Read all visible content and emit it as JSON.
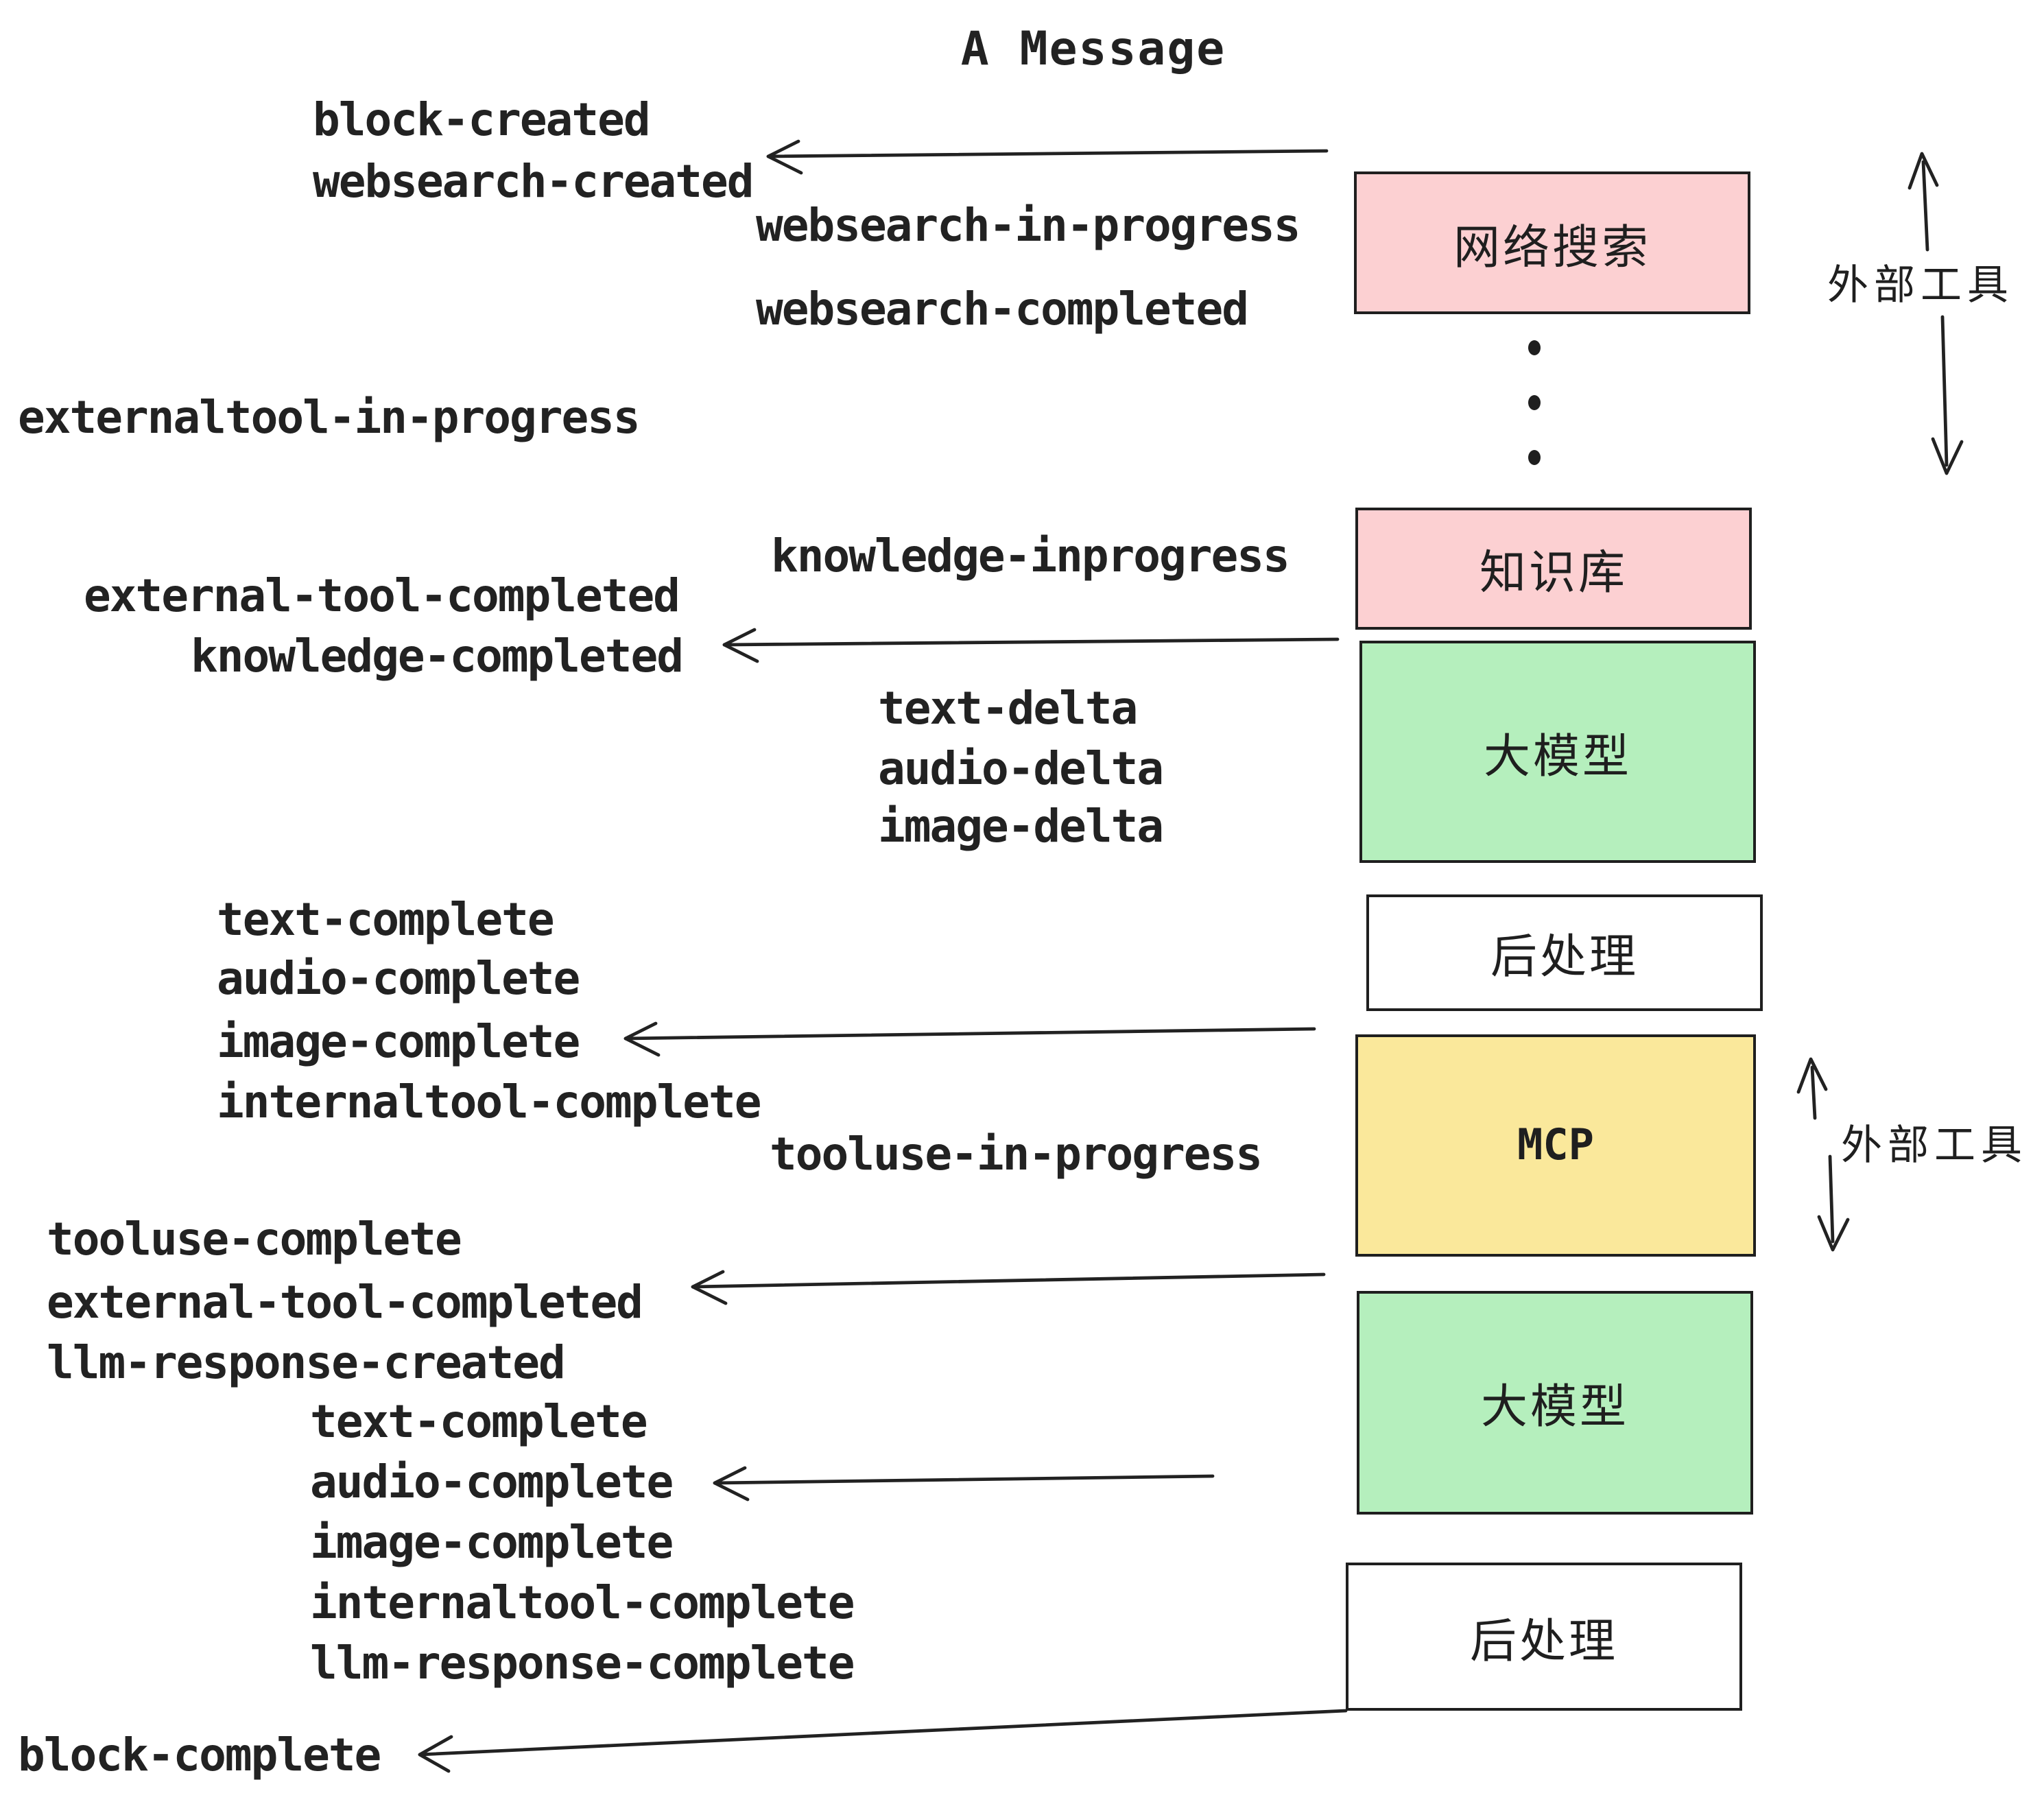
{
  "title": "A Message",
  "colors": {
    "background": "#ffffff",
    "ink": "#222222",
    "external_tool_box": "#fcd0d2",
    "llm_box": "#b5efbd",
    "mcp_box": "#fae89b",
    "postprocess_box": "#ffffff"
  },
  "events": [
    {
      "id": "block-created",
      "label": "block-created"
    },
    {
      "id": "websearch-created",
      "label": "websearch-created"
    },
    {
      "id": "websearch-in-progress",
      "label": "websearch-in-progress"
    },
    {
      "id": "websearch-completed",
      "label": "websearch-completed"
    },
    {
      "id": "externaltool-in-progress",
      "label": "externaltool-in-progress"
    },
    {
      "id": "knowledge-inprogress",
      "label": "knowledge-inprogress"
    },
    {
      "id": "external-tool-completed-1",
      "label": "external-tool-completed"
    },
    {
      "id": "knowledge-completed",
      "label": "knowledge-completed"
    },
    {
      "id": "text-delta-1",
      "label": "text-delta"
    },
    {
      "id": "audio-delta-1",
      "label": "audio-delta"
    },
    {
      "id": "image-delta-1",
      "label": "image-delta"
    },
    {
      "id": "text-complete-1",
      "label": "text-complete"
    },
    {
      "id": "audio-complete-1",
      "label": "audio-complete"
    },
    {
      "id": "image-complete-1",
      "label": "image-complete"
    },
    {
      "id": "internaltool-complete-1",
      "label": "internaltool-complete"
    },
    {
      "id": "tooluse-in-progress",
      "label": "tooluse-in-progress"
    },
    {
      "id": "tooluse-complete",
      "label": "tooluse-complete"
    },
    {
      "id": "external-tool-completed-2",
      "label": "external-tool-completed"
    },
    {
      "id": "llm-response-created",
      "label": "llm-response-created"
    },
    {
      "id": "text-complete-2",
      "label": "text-complete"
    },
    {
      "id": "audio-complete-2",
      "label": "audio-complete"
    },
    {
      "id": "image-complete-2",
      "label": "image-complete"
    },
    {
      "id": "internaltool-complete-2",
      "label": "internaltool-complete"
    },
    {
      "id": "llm-response-complete",
      "label": "llm-response-complete"
    },
    {
      "id": "block-complete",
      "label": "block-complete"
    }
  ],
  "boxes": [
    {
      "id": "websearch",
      "label": "网络搜索",
      "fill": "#fcd0d2"
    },
    {
      "id": "knowledge",
      "label": "知识库",
      "fill": "#fcd0d2"
    },
    {
      "id": "llm-1",
      "label": "大模型",
      "fill": "#b5efbd"
    },
    {
      "id": "postprocess-1",
      "label": "后处理",
      "fill": "#ffffff"
    },
    {
      "id": "mcp",
      "label": "MCP",
      "fill": "#fae89b"
    },
    {
      "id": "llm-2",
      "label": "大模型",
      "fill": "#b5efbd"
    },
    {
      "id": "postprocess-2",
      "label": "后处理",
      "fill": "#ffffff"
    }
  ],
  "annotations": {
    "external_tools_1": "外部工具",
    "external_tools_2": "外部工具"
  },
  "icons": {
    "ellipsis": "vertical-ellipsis"
  }
}
